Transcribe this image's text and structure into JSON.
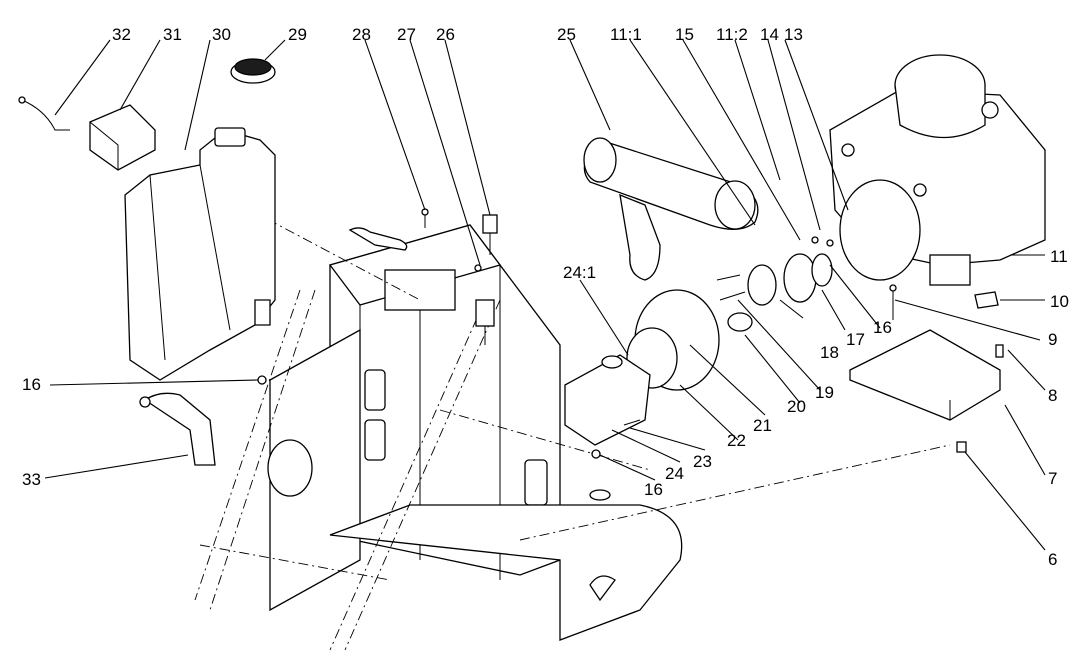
{
  "callouts": {
    "c32": "32",
    "c31": "31",
    "c30": "30",
    "c29": "29",
    "c28": "28",
    "c27": "27",
    "c26": "26",
    "c25": "25",
    "c11_1": "11:1",
    "c15": "15",
    "c11_2": "11:2",
    "c14": "14",
    "c13": "13",
    "c11": "11",
    "c10": "10",
    "c9": "9",
    "c16a": "16",
    "c8": "8",
    "c17": "17",
    "c18": "18",
    "c19": "19",
    "c20": "20",
    "c21": "21",
    "c22": "22",
    "c24_1": "24:1",
    "c16b": "16",
    "c16c": "16",
    "c24": "24",
    "c23": "23",
    "c33": "33",
    "c7": "7",
    "c6": "6"
  }
}
